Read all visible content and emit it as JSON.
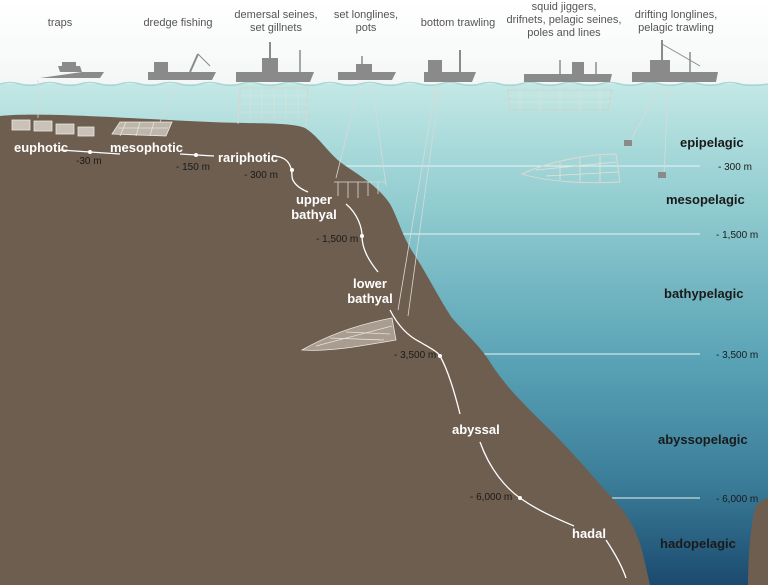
{
  "gear_labels": [
    {
      "id": "traps",
      "lines": [
        "traps"
      ]
    },
    {
      "id": "dredge",
      "lines": [
        "dredge fishing"
      ]
    },
    {
      "id": "demersal",
      "lines": [
        "demersal seines,",
        "set gillnets"
      ]
    },
    {
      "id": "longlines",
      "lines": [
        "set longlines,",
        "pots"
      ]
    },
    {
      "id": "trawling",
      "lines": [
        "bottom trawling"
      ]
    },
    {
      "id": "squid",
      "lines": [
        "squid jiggers,",
        "drifnets, pelagic seines,",
        "poles and lines"
      ]
    },
    {
      "id": "drifting",
      "lines": [
        "drifting longlines,",
        "pelagic trawling"
      ]
    }
  ],
  "benthic_zones": [
    {
      "id": "euphotic",
      "lines": [
        "euphotic"
      ]
    },
    {
      "id": "mesophotic",
      "lines": [
        "mesophotic"
      ]
    },
    {
      "id": "rariphotic",
      "lines": [
        "rariphotic"
      ]
    },
    {
      "id": "upper-bathyal",
      "lines": [
        "upper",
        "bathyal"
      ]
    },
    {
      "id": "lower-bathyal",
      "lines": [
        "lower",
        "bathyal"
      ]
    },
    {
      "id": "abyssal",
      "lines": [
        "abyssal"
      ]
    },
    {
      "id": "hadal",
      "lines": [
        "hadal"
      ]
    }
  ],
  "benthic_depths": [
    "-30 m",
    "- 150 m",
    "- 300 m",
    "- 1,500 m",
    "- 3,500 m",
    "- 6,000 m"
  ],
  "pelagic_zones": [
    "epipelagic",
    "mesopelagic",
    "bathypelagic",
    "abyssopelagic",
    "hadopelagic"
  ],
  "pelagic_depths": [
    "- 300 m",
    "- 1,500 m",
    "- 3,500 m",
    "- 6,000 m"
  ],
  "colors": {
    "seabed": "#6e5e50",
    "water_top": "#bfe6e4",
    "water_mid": "#5fa9ba",
    "water_deep": "#1e4f72",
    "boat": "#8a8a8a",
    "zone_text": "#ffffff"
  }
}
